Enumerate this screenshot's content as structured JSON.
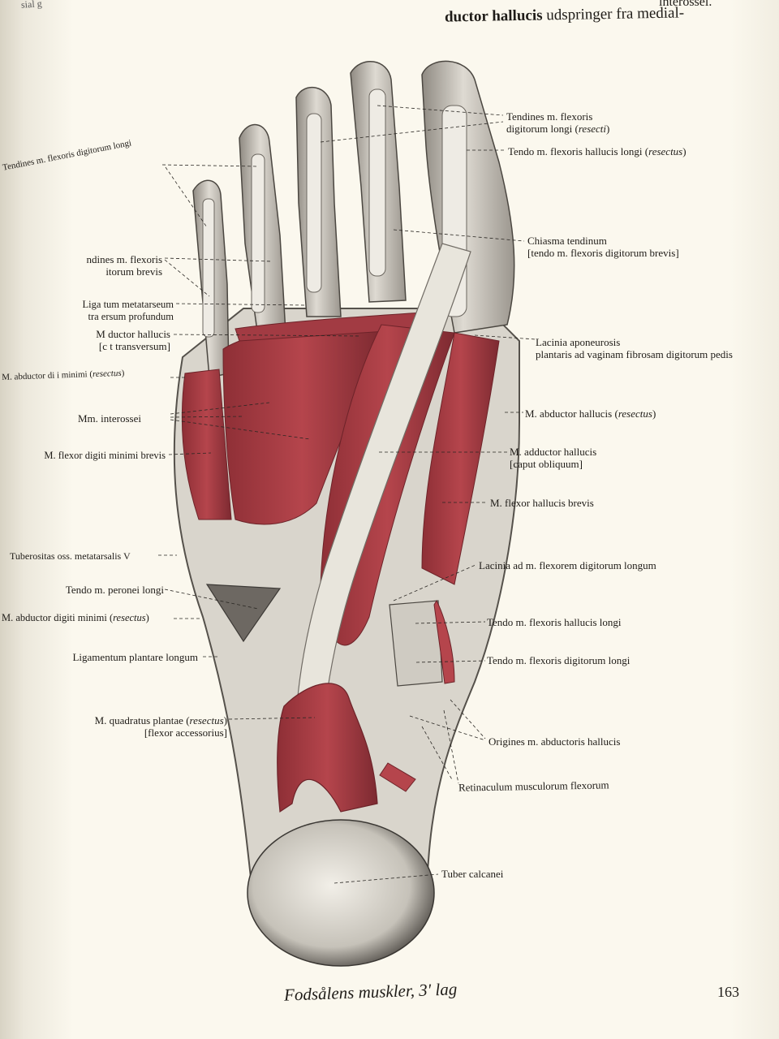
{
  "header": {
    "left_fragment": "sial g",
    "right_fragment_bold": "ductor hallucis",
    "right_fragment_rest": " udspringer fra medial-",
    "far_right_fragment": "interossei."
  },
  "labels": {
    "tendines_flex_dig_longi_r1": "Tendines m. flexoris",
    "tendines_flex_dig_longi_r2": "digitorum longi (",
    "tendines_flex_dig_longi_r2_italic": "resecti",
    "tendines_flex_dig_longi_r2_end": ")",
    "tendo_flex_hall_longi_resectus": "Tendo m. flexoris hallucis longi (",
    "tendo_flex_hall_longi_resectus_italic": "resectus",
    "tendo_flex_hall_longi_resectus_end": ")",
    "tendines_flex_dig_longi_left": "Tendines m. flexoris digitorum longi",
    "chiasma_r1": "Chiasma tendinum",
    "chiasma_r2": "[tendo m. flexoris digitorum brevis]",
    "tendines_flex_dig_brevis_r1": "ndines m. flexoris",
    "tendines_flex_dig_brevis_r2": "itorum brevis",
    "lig_metatarseum_r1": "Liga    tum metatarseum",
    "lig_metatarseum_r2": "tra     ersum profundum",
    "adductor_transversum_r1": "M    ductor hallucis",
    "adductor_transversum_r2": "[c    t transversum]",
    "lacinia_aponeurosis_r1": "Lacinia aponeurosis",
    "lacinia_aponeurosis_r2": "plantaris ad vaginam fibrosam digitorum pedis",
    "abductor_dig_min_resectus_top": "M. abductor di   i minimi (",
    "abductor_dig_min_resectus_top_italic": "resectus",
    "abductor_dig_min_resectus_top_end": ")",
    "mm_interossei": "Mm. interossei",
    "abductor_hallucis_resectus": "M. abductor hallucis (",
    "abductor_hallucis_resectus_italic": "resectus",
    "abductor_hallucis_resectus_end": ")",
    "flexor_dig_min_brevis": "M. flexor digiti minimi brevis",
    "adductor_obliquum_r1": "M. adductor hallucis",
    "adductor_obliquum_r2": "[caput obliquum]",
    "flexor_hallucis_brevis": "M. flexor hallucis brevis",
    "tuberositas": "Tuberositas oss. metatarsalis V",
    "lacinia_flex_dig_longum": "Lacinia ad m. flexorem digitorum longum",
    "tendo_peronei_longi": "Tendo m. peronei longi",
    "abductor_dig_min_resectus_bottom": "M. abductor digiti minimi (",
    "abductor_dig_min_resectus_bottom_italic": "resectus",
    "abductor_dig_min_resectus_bottom_end": ")",
    "tendo_flex_hall_longi": "Tendo m. flexoris hallucis longi",
    "lig_plantare_longum": "Ligamentum plantare longum",
    "tendo_flex_dig_longi": "Tendo m. flexoris digitorum longi",
    "quadratus_r1": "M. quadratus plantae (",
    "quadratus_r1_italic": "resectus",
    "quadratus_r1_end": ")",
    "quadratus_r2": "[flexor accessorius]",
    "origines_abductoris": "Origines m. abductoris hallucis",
    "retinaculum": "Retinaculum musculorum flexorum",
    "tuber_calcanei": "Tuber calcanei"
  },
  "caption": "Fodsålens muskler, 3' lag",
  "page_number": "163",
  "colors": {
    "muscle": "#b5454c",
    "muscle_dark": "#8e2f36",
    "bone": "#d6d2c8",
    "tendon": "#ebe8df",
    "paper": "#fbf8ee"
  }
}
